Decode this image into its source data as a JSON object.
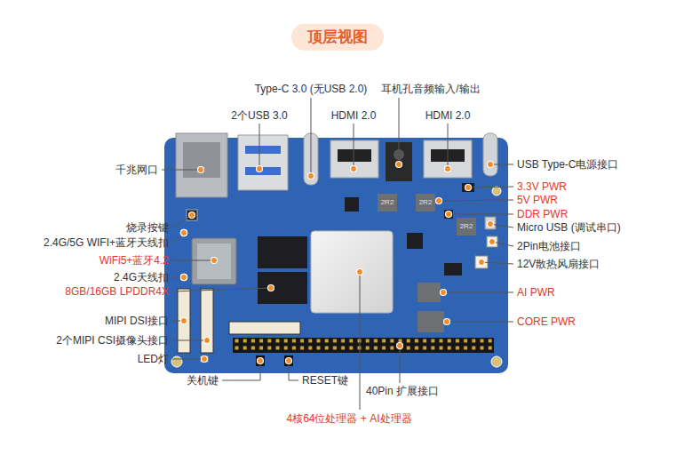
{
  "diagram": {
    "title": "顶层视图",
    "labels": [
      "Type-C 3.0 (无USB 2.0)",
      "耳机孔音频输入/输出",
      "2个USB 3.0",
      "HDMI 2.0",
      "HDMI 2.0",
      "千兆网口",
      "USB Type-C电源接口",
      "3.3V PWR",
      "5V PWR",
      "DDR PWR",
      "Micro USB (调试串口)",
      "2Pin电池接口",
      "12V散热风扇接口",
      "AI PWR",
      "CORE PWR",
      "烧录按键",
      "2.4G/5G WIFI+蓝牙天线扣",
      "WiFi5+蓝牙4.2",
      "2.4G天线扣",
      "8GB/16GB LPDDR4X",
      "MIPI DSI接口",
      "2个MIPI CSI摄像头接口",
      "LED灯",
      "关机键",
      "RESET键",
      "40Pin 扩展接口",
      "4核64位处理器 + AI处理器",
      "2R2",
      "2R2",
      "2R2"
    ]
  }
}
